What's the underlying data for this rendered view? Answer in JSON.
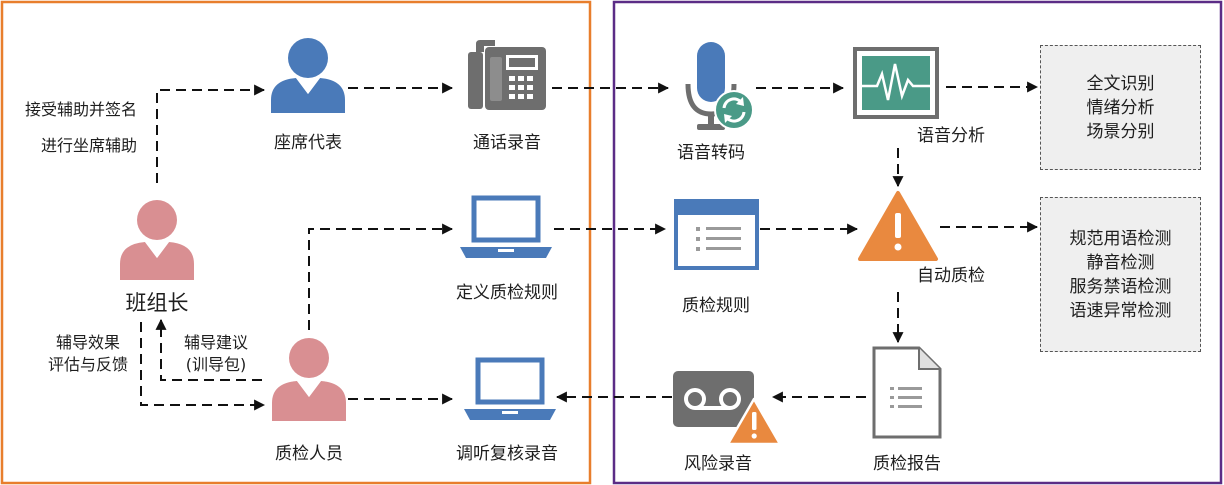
{
  "nodes": {
    "agent_rep": "座席代表",
    "call_recording": "通话录音",
    "speech_transcription": "语音转码",
    "speech_analysis": "语音分析",
    "team_leader": "班组长",
    "define_rules": "定义质检规则",
    "qc_rules": "质检规则",
    "auto_qc": "自动质检",
    "qc_staff": "质检人员",
    "review_recording": "调听复核录音",
    "risk_recording": "风险录音",
    "qc_report": "质检报告"
  },
  "edge_labels": {
    "accept_assist_sign": "接受辅助并签名",
    "seat_assist": "进行坐席辅助",
    "effect_eval_line1": "辅导效果",
    "effect_eval_line2": "评估与反馈",
    "advice_line1": "辅导建议",
    "advice_line2": "(训导包)"
  },
  "result_boxes": {
    "analysis_results": [
      "全文识别",
      "情绪分析",
      "场景分别"
    ],
    "check_items": [
      "规范用语检测",
      "静音检测",
      "服务禁语检测",
      "语速异常检测"
    ]
  },
  "colors": {
    "left_frame": "#e87e2c",
    "right_frame": "#5b2c86",
    "person_blue": "#4a7ab9",
    "person_pink": "#d98f92",
    "device_gray": "#6e6e6e",
    "warning_orange": "#e9893f",
    "monitor_green": "#4a9a87",
    "laptop_blue": "#4a7ab9"
  },
  "icons": {
    "agent_rep": "person-icon",
    "call_recording": "desk-phone-icon",
    "speech_transcription": "microphone-refresh-icon",
    "speech_analysis": "waveform-monitor-icon",
    "team_leader": "person-icon",
    "define_rules": "laptop-icon",
    "qc_rules": "rules-window-icon",
    "auto_qc": "warning-icon",
    "qc_staff": "person-icon",
    "review_recording": "laptop-icon",
    "risk_recording": "voicemail-warning-icon",
    "qc_report": "document-icon"
  }
}
